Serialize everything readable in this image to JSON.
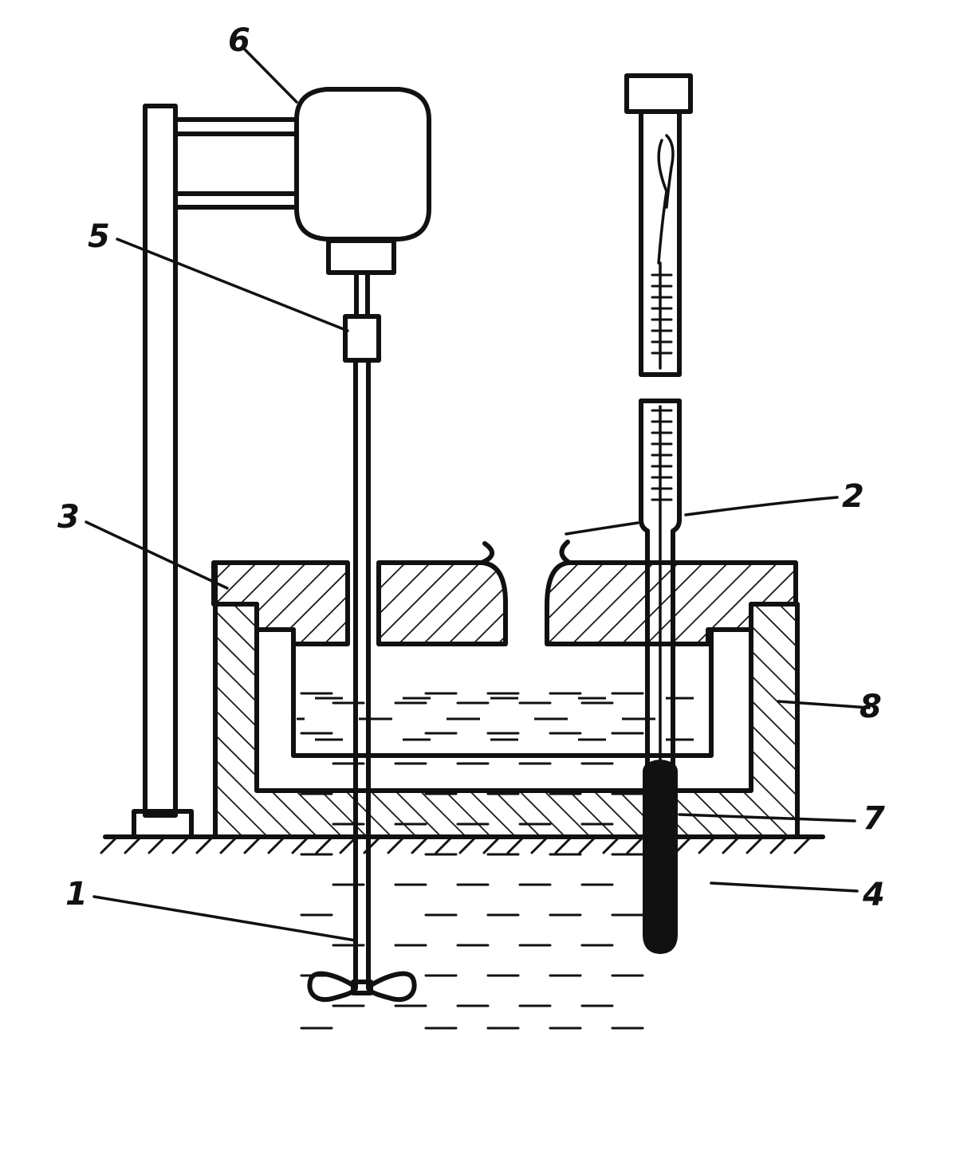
{
  "labels": [
    {
      "id": "impeller",
      "text": "1"
    },
    {
      "id": "thermometer",
      "text": "2"
    },
    {
      "id": "lid",
      "text": "3"
    },
    {
      "id": "inner-vessel",
      "text": "4"
    },
    {
      "id": "coupling",
      "text": "5"
    },
    {
      "id": "motor",
      "text": "6"
    },
    {
      "id": "sample",
      "text": "7"
    },
    {
      "id": "insulated-jacket",
      "text": "8"
    }
  ]
}
